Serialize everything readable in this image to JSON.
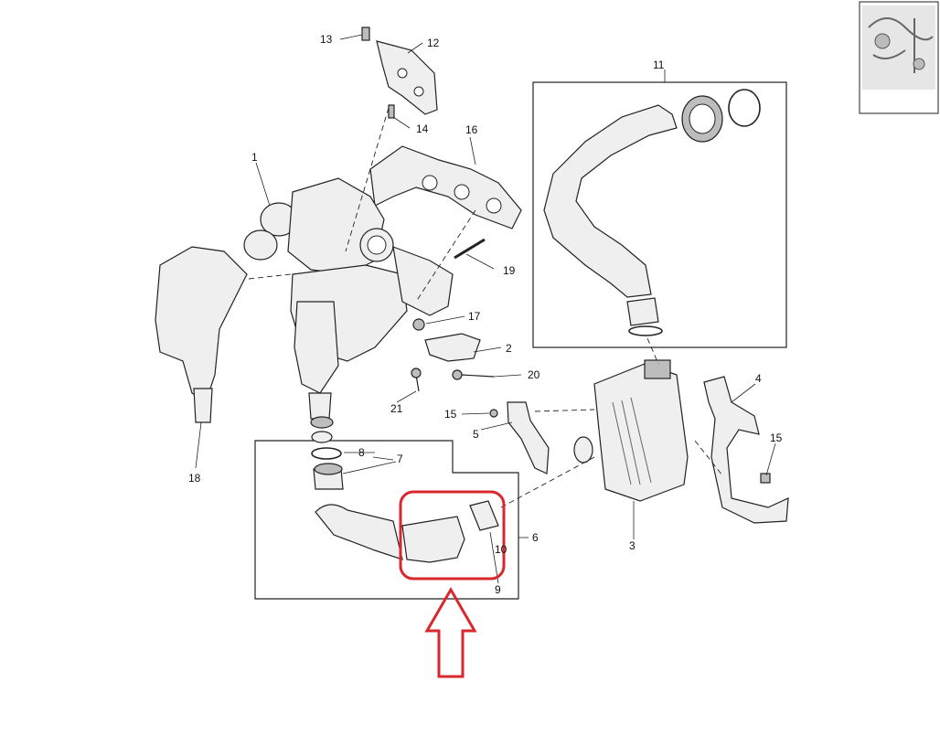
{
  "diagram": {
    "callouts": {
      "c1": "1",
      "c2": "2",
      "c3": "3",
      "c4": "4",
      "c5": "5",
      "c6": "6",
      "c7": "7",
      "c8": "8",
      "c9": "9",
      "c10": "10",
      "c11": "11",
      "c12": "12",
      "c13": "13",
      "c14": "14",
      "c15a": "15",
      "c15b": "15",
      "c16": "16",
      "c17": "17",
      "c18": "18",
      "c19": "19",
      "c20": "20",
      "c21": "21"
    },
    "highlight_color": "#d9272e",
    "line_color": "#222222"
  }
}
